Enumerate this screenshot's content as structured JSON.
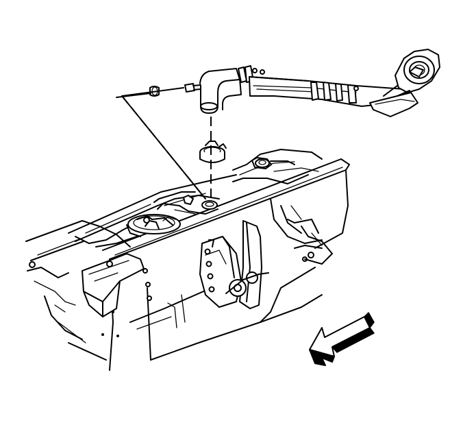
{
  "diagram": {
    "parts": [
      {
        "id": "fuel-filler-pipe",
        "icon": "filler-pipe-illustration"
      },
      {
        "id": "filler-neck-housing",
        "icon": "filler-neck-illustration"
      },
      {
        "id": "hose-clamp-upper",
        "icon": "clamp-illustration"
      },
      {
        "id": "hose-clamp-lower",
        "icon": "clamp-illustration"
      },
      {
        "id": "fuel-tank",
        "icon": "fuel-tank-illustration"
      },
      {
        "id": "fuel-pump-module",
        "icon": "fuel-pump-illustration"
      },
      {
        "id": "vehicle-frame",
        "icon": "frame-rail-illustration"
      },
      {
        "id": "rear-spring-hanger",
        "icon": "spring-hanger-illustration"
      }
    ],
    "direction_indicator": {
      "icon": "front-of-vehicle-arrow-icon"
    },
    "colors": {
      "line": "#000000",
      "background": "#ffffff",
      "arrow_fill": "#000000"
    }
  }
}
